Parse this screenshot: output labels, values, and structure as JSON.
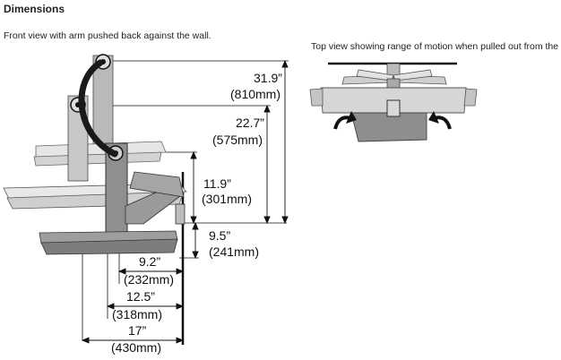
{
  "title": "Dimensions",
  "front": {
    "caption": "Front view with arm pushed back against the wall.",
    "dimensions": {
      "d1_in": "31.9”",
      "d1_mm": "(810mm)",
      "d2_in": "22.7”",
      "d2_mm": "(575mm)",
      "d3_in": "11.9”",
      "d3_mm": "(301mm)",
      "d4_in": "9.5”",
      "d4_mm": "(241mm)",
      "d5_in": "9.2”",
      "d5_mm": "(232mm)",
      "d6_in": "12.5”",
      "d6_mm": "(318mm)",
      "d7_in": "17”",
      "d7_mm": "(430mm)"
    }
  },
  "top": {
    "caption": "Top view showing range of motion when pulled out from the wall."
  },
  "colors": {
    "line": "#111111",
    "metal": "#8c8c8c",
    "light_gray": "#d9d9d9",
    "arm": "#1a1a1a"
  }
}
